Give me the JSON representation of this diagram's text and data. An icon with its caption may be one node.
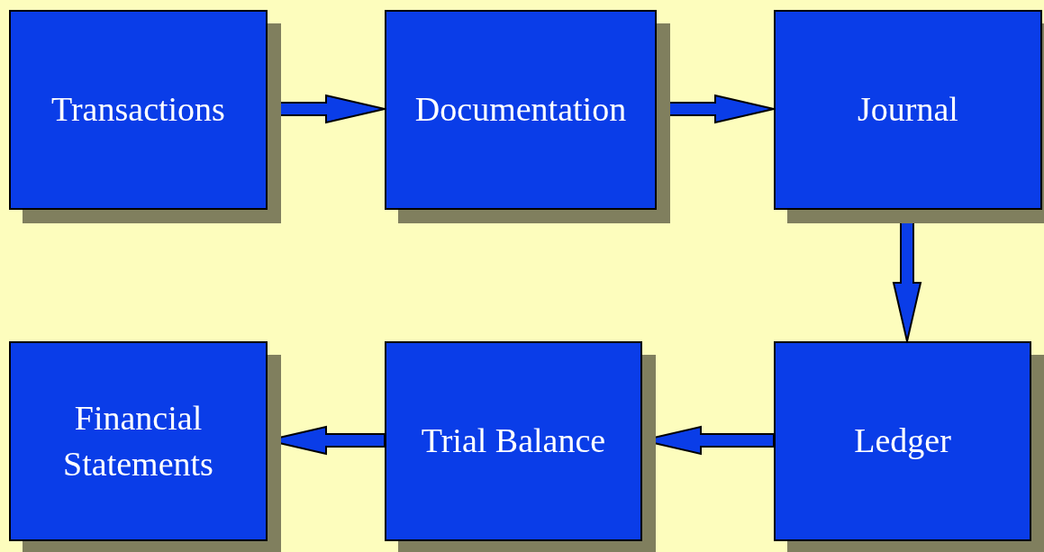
{
  "diagram": {
    "nodes": [
      {
        "text": [
          "Transactions"
        ]
      },
      {
        "text": [
          "Documentation"
        ]
      },
      {
        "text": [
          "Journal"
        ]
      },
      {
        "text": [
          "Ledger"
        ]
      },
      {
        "text": [
          "Trial Balance"
        ]
      },
      {
        "text": [
          "Financial Statements"
        ]
      }
    ],
    "edges": [
      {
        "from": 0,
        "to": 1,
        "arrow": "to"
      },
      {
        "from": 1,
        "to": 2,
        "arrow": "to"
      },
      {
        "from": 2,
        "to": 3,
        "arrow": "to"
      },
      {
        "from": 3,
        "to": 4,
        "arrow": "to"
      },
      {
        "from": 4,
        "to": 5,
        "arrow": "to"
      }
    ]
  }
}
